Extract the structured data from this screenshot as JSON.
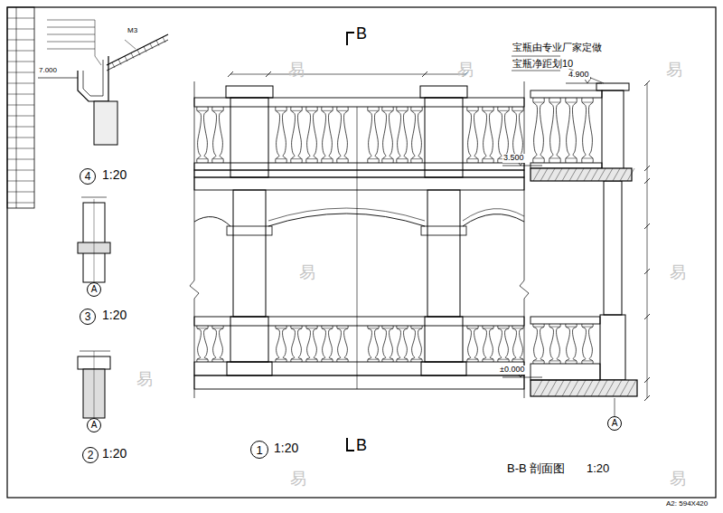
{
  "diagram": {
    "nodes": [
      {
        "text": [
          "4"
        ]
      },
      {
        "text": [
          "3"
        ]
      },
      {
        "text": [
          "A"
        ]
      },
      {
        "text": [
          "2"
        ]
      },
      {
        "text": [
          "A"
        ]
      },
      {
        "text": [
          "1"
        ]
      },
      {
        "text": [
          "A"
        ]
      }
    ],
    "labels": [
      "M3",
      "7.000",
      "1:20",
      "1:20",
      "1:20",
      "B",
      "宝瓶由专业厂家定做",
      "宝瓶净距划10",
      "4.900",
      "3.500",
      "±0.000",
      "1:20",
      "B",
      "B-B 剖面图",
      "1:20",
      "A2: 594X420",
      "易",
      "易",
      "易",
      "易",
      "易",
      "易",
      "易",
      "易"
    ]
  }
}
